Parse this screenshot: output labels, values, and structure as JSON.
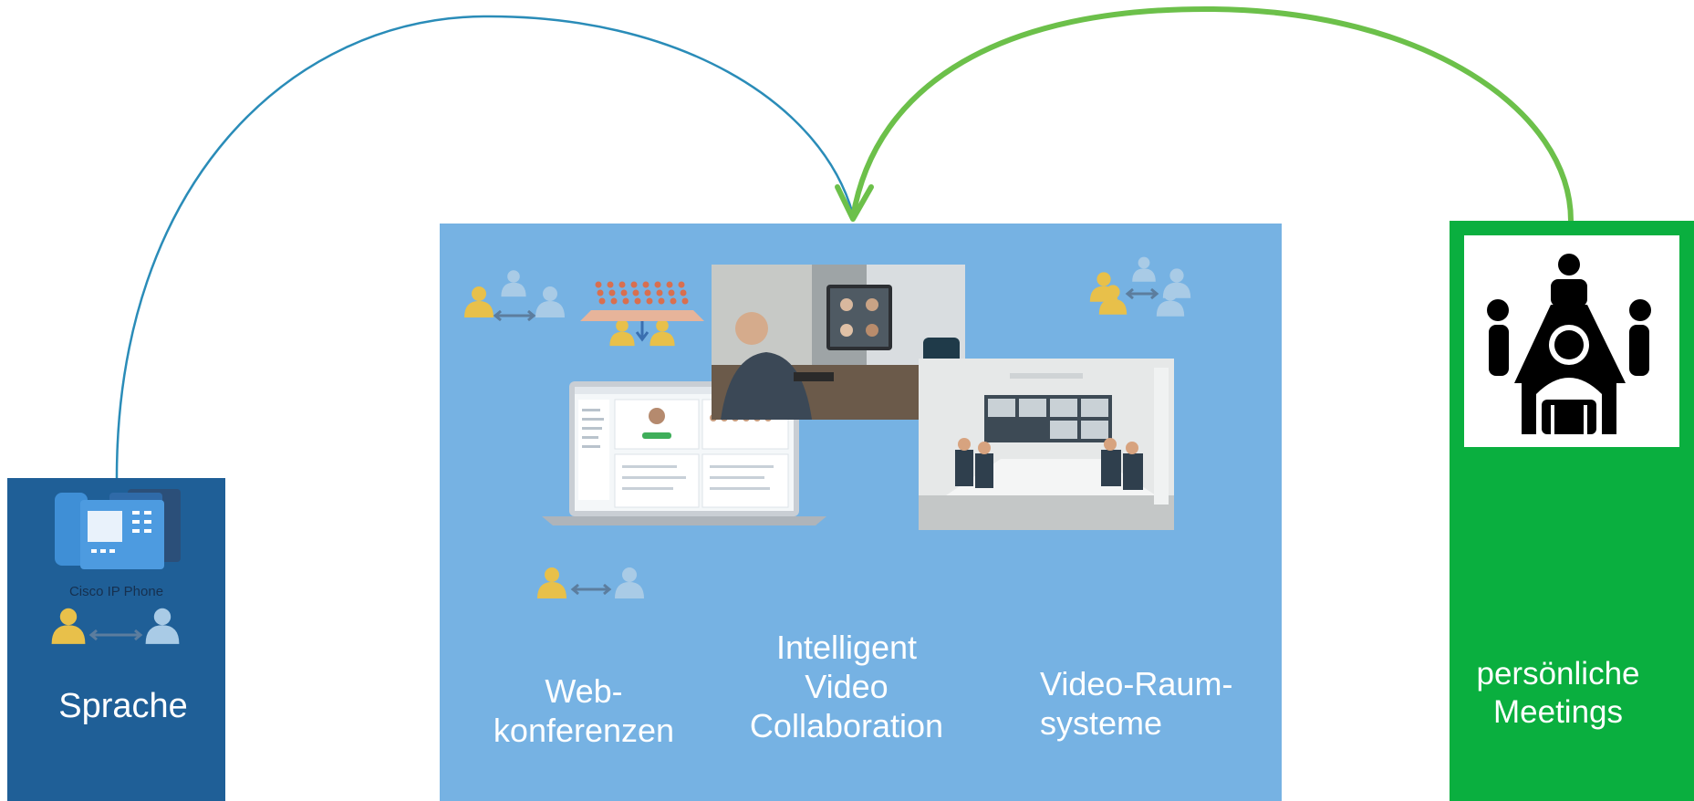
{
  "left_box": {
    "phone_caption": "Cisco IP Phone",
    "label": "Sprache"
  },
  "center_box": {
    "labels": {
      "web": [
        "Web-",
        "konferenzen"
      ],
      "intelligent": [
        "Intelligent",
        "Video",
        "Collaboration"
      ],
      "room": [
        "Video-Raum-",
        "systeme"
      ]
    }
  },
  "right_box": {
    "label": [
      "persönliche",
      "Meetings"
    ]
  },
  "colors": {
    "left_panel": "#1f5f97",
    "center_panel": "#76b2e3",
    "right_panel": "#0aaf3f",
    "blue_arrow": "#2a8cb8",
    "green_arrow": "#6cc04a"
  }
}
